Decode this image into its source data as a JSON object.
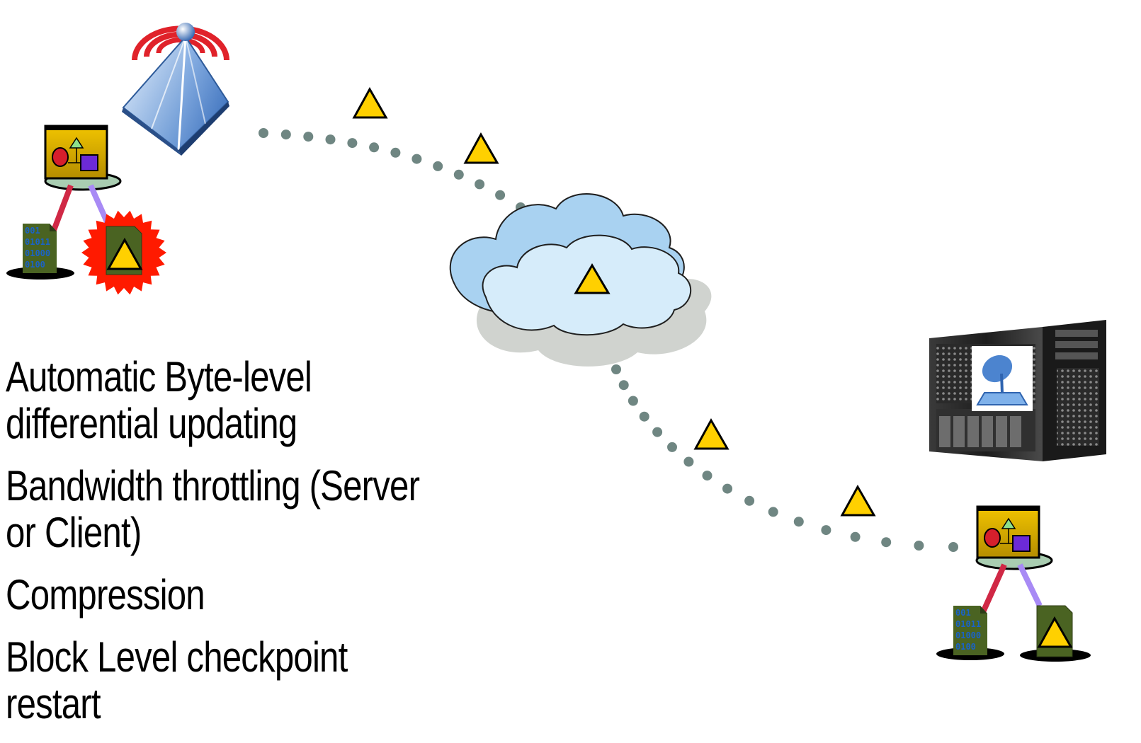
{
  "bullets": [
    "Automatic Byte-level differential updating",
    "Bandwidth throttling (Server or Client)",
    "Compression",
    "Block Level checkpoint restart"
  ],
  "file_icon_text": [
    "001",
    "01011",
    "01000",
    "0100"
  ],
  "icons": {
    "antenna": "broadcast-antenna-icon",
    "cloud": "network-cloud-icon",
    "server": "tower-server-icon",
    "client": "client-workstation-icon",
    "binary_file": "binary-file-icon",
    "package": "update-package-icon",
    "marker": "warning-triangle-icon"
  },
  "colors": {
    "marker_fill": "#ffd000",
    "path_dots": "#6f8682",
    "cloud_fill": "#cfe4f5",
    "starburst": "#ff1a00"
  }
}
